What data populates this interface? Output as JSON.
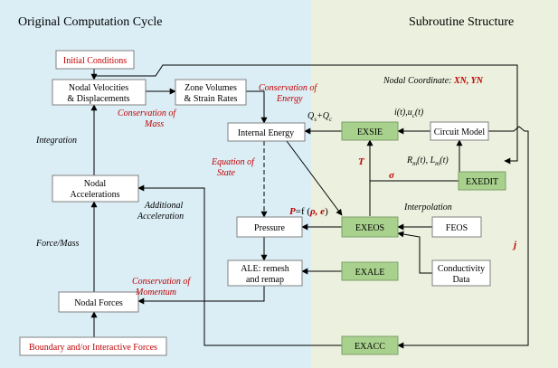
{
  "headers": {
    "left": "Original Computation Cycle",
    "right": "Subroutine Structure"
  },
  "boxes": {
    "initial_conditions": "Initial Conditions",
    "nodal_vel_1": "Nodal Velocities",
    "nodal_vel_2": "& Displacements",
    "zone_vol_1": "Zone Volumes",
    "zone_vol_2": "& Strain Rates",
    "internal_energy": "Internal Energy",
    "nodal_acc_1": "Nodal",
    "nodal_acc_2": "Accelerations",
    "pressure": "Pressure",
    "ale_1": "ALE: remesh",
    "ale_2": "and remap",
    "nodal_forces": "Nodal Forces",
    "boundary": "Boundary and/or Interactive Forces",
    "exsie": "EXSIE",
    "circuit_model": "Circuit Model",
    "exedit": "EXEDIT",
    "exeos": "EXEOS",
    "feos": "FEOS",
    "exale": "EXALE",
    "conductivity_1": "Conductivity",
    "conductivity_2": "Data",
    "exacc": "EXACC"
  },
  "labels": {
    "conservation_mass_1": "Conservation of",
    "conservation_mass_2": "Mass",
    "conservation_energy_1": "Conservation of",
    "conservation_energy_2": "Energy",
    "integration": "Integration",
    "equation_state_1": "Equation of",
    "equation_state_2": "State",
    "additional_acc_1": "Additional",
    "additional_acc_2": "Acceleration",
    "force_mass": "Force/Mass",
    "conservation_momentum_1": "Conservation of",
    "conservation_momentum_2": "Momentum",
    "nodal_coord_prefix": "Nodal Coordinate: ",
    "nodal_coord_value": "XN, YN",
    "qs_qc": "Q",
    "qs_sub": "s",
    "qs_plus": "+Q",
    "qc_sub": "c",
    "it_uc": "i(t),u",
    "it_uc_sub": "c",
    "it_uc_end": "(t)",
    "T": "T",
    "sigma": "σ",
    "rm_lm": "R",
    "rm_sub": "m",
    "rm_mid": "(t), L",
    "lm_sub": "m",
    "lm_end": "(t)",
    "p_eq_P": "P",
    "p_eq_mid": "=f (",
    "p_eq_rho": "ρ, e",
    "p_eq_end": ")",
    "interpolation": "Interpolation",
    "j": "j"
  },
  "colors": {
    "left_panel": "#dbeef6",
    "right_panel": "#ebf1de",
    "subroutine_box": "#a9d18e",
    "annotation_red": "#c00000"
  }
}
